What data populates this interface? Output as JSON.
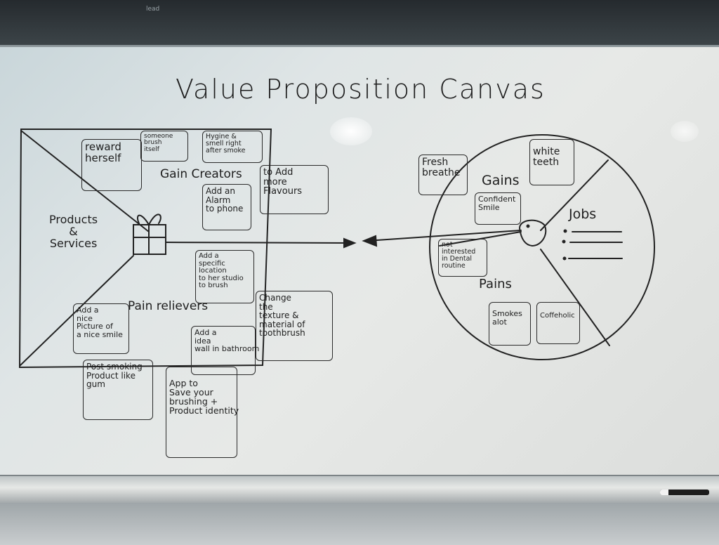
{
  "title": "Value Proposition Canvas",
  "wall_note": "lead",
  "labels": {
    "gain_creators": "Gain Creators",
    "products_services": "Products\n&\nServices",
    "pain_relievers": "Pain relievers",
    "gains": "Gains",
    "jobs": "Jobs",
    "pains": "Pains"
  },
  "notes": {
    "reward_herself": "reward\nherself",
    "someone_brush": "someone\nbrush\nitself",
    "hygiene_smell": "Hygine &\nsmell right\nafter smoke",
    "add_alarm": "Add an\nAlarm\nto phone",
    "add_flavours": "to Add\nmore\nFlavours",
    "specific_location": "Add a\nspecific\nlocation\nto her studio\nto brush",
    "change_texture": "Change\nthe\ntexture &\nmaterial of\ntoothbrush",
    "nice_picture": "Add a\nnice\nPicture of\na nice smile",
    "idea_wall": "Add a\nidea\nwall in bathroom",
    "post_smoking": "Post smoking\nProduct like\ngum",
    "app_brushing": "App to\nSave your\nbrushing +\nProduct identity",
    "fresh_breathe": "Fresh\nbreathe",
    "white_teeth": "white\nteeth",
    "confident_smile": "Confident\nSmile",
    "not_interested": "not\ninterested\nin Dental\nroutine",
    "smokes_alot": "Smokes\nalot",
    "coffeeholic": "Coffeholic"
  },
  "colors": {
    "ink": "#1e1e1e",
    "board": "#e4e7e5"
  }
}
